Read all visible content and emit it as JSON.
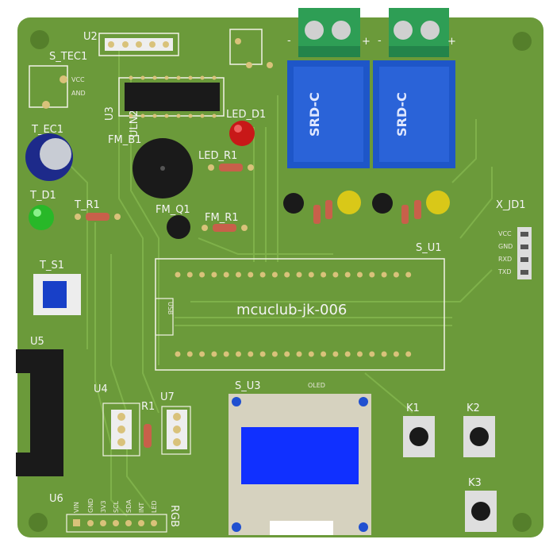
{
  "board": {
    "title": "mcuclub-jk-006",
    "colors": {
      "pcb": "#6b9a3a",
      "pcb_dark": "#557f2b",
      "trace": "#7fb14a",
      "silk": "#f2f2e6",
      "pad": "#d9c27a",
      "relay": "#1e56c8",
      "terminal": "#2e9e55",
      "oled_frame": "#d6d2bf",
      "oled_screen": "#1030ff"
    }
  },
  "labels": {
    "u2": "U2",
    "s_tec1": "S_TEC1",
    "u3": "U3",
    "uln2003": "ULN2003",
    "t_ec1": "T_EC1",
    "t_d1": "T_D1",
    "t_r1": "T_R1",
    "t_s1": "T_S1",
    "u5": "U5",
    "u4": "U4",
    "u7": "U7",
    "r1": "R1",
    "u6": "U6",
    "fm_b1": "FM_B1",
    "fm_q1": "FM_Q1",
    "fm_r1": "FM_R1",
    "led_d1": "LED_D1",
    "led_r1": "LED_R1",
    "s_u1": "S_U1",
    "s_u3": "S_U3",
    "oled": "OLED",
    "x_jd1": "X_JD1",
    "k1": "K1",
    "k2": "K2",
    "k3": "K3",
    "rgb": "RGB",
    "usb": "USB",
    "srd_left": "SRD-C",
    "srd_right": "SRD-C",
    "vcc_small": "VCC",
    "and_small": "AND",
    "gnd": "GND",
    "rxd": "RXD",
    "txd": "TXD",
    "vin": "VIN",
    "v33": "3V3",
    "scl": "SCL",
    "sda": "SDA",
    "int": "INT",
    "led": "LED",
    "plus_left": "+",
    "minus_left": "-",
    "plus_right": "+",
    "minus_right": "-"
  }
}
